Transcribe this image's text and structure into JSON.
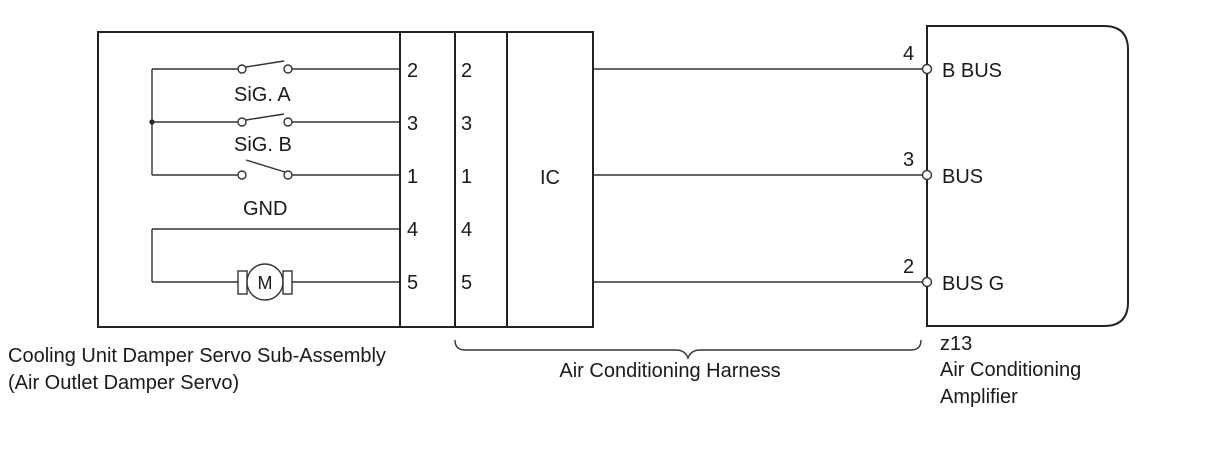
{
  "servo": {
    "switches": {
      "sig_a": "SiG. A",
      "sig_b": "SiG. B",
      "gnd": "GND"
    },
    "motor_symbol": "M",
    "pins": [
      "2",
      "3",
      "1",
      "4",
      "5"
    ],
    "label_line1": "Cooling Unit Damper Servo Sub-Assembly",
    "label_line2": "(Air Outlet Damper Servo)"
  },
  "harness": {
    "pins": [
      "2",
      "3",
      "1",
      "4",
      "5"
    ],
    "ic_label": "IC",
    "label": "Air Conditioning Harness"
  },
  "amplifier": {
    "terminals": [
      {
        "number": "4",
        "name": "B BUS"
      },
      {
        "number": "3",
        "name": "BUS"
      },
      {
        "number": "2",
        "name": "BUS G"
      }
    ],
    "connector_code": "z13",
    "label_line1": "Air Conditioning",
    "label_line2": "Amplifier"
  }
}
